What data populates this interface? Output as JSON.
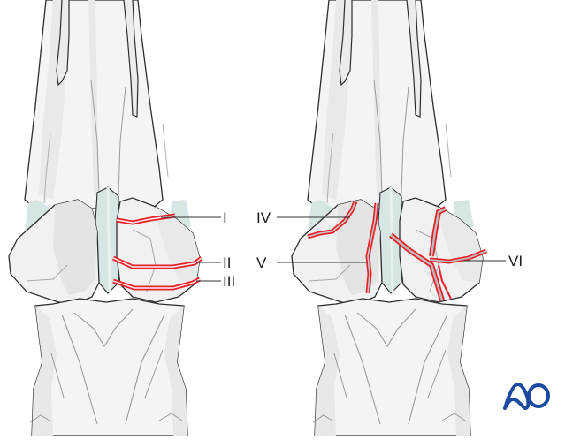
{
  "figure": {
    "panels": [
      {
        "id": "left",
        "description": "Bone with transverse/oblique condylar fractures",
        "fracture_labels": [
          "I",
          "II",
          "III"
        ]
      },
      {
        "id": "right",
        "description": "Bone with sagittal and comminuted condylar fractures",
        "fracture_labels": [
          "IV",
          "V",
          "VI"
        ]
      }
    ],
    "labels": {
      "I": "I",
      "II": "II",
      "III": "III",
      "IV": "IV",
      "V": "V",
      "VI": "VI"
    },
    "logo": {
      "text": "AO",
      "color": "#1b4aa0"
    },
    "colors": {
      "bone_fill": "#f4f4f4",
      "bone_shade": "#e6e6e6",
      "bone_outline": "#2e2e2e",
      "cartilage": "#d6e6e4",
      "fracture": "#e8202a",
      "fracture_gap": "#bdbdbd",
      "leader_line": "#333333"
    }
  }
}
